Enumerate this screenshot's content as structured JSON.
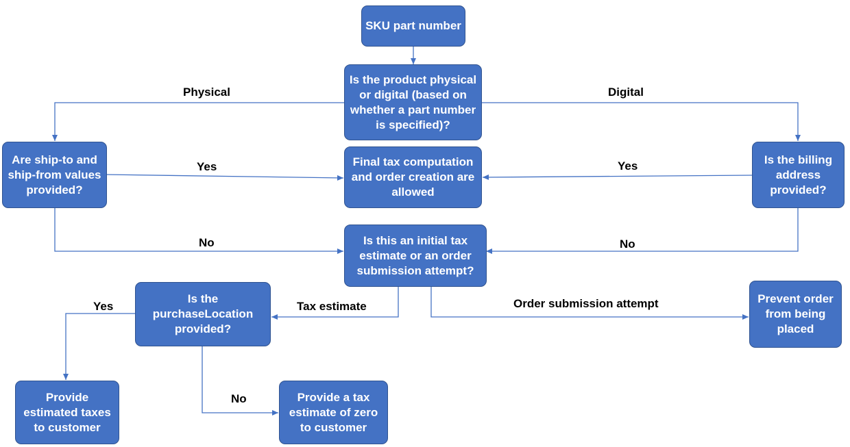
{
  "nodes": {
    "sku": "SKU part number",
    "physical_or_digital": "Is the product physical or digital (based on whether a part number is specified)?",
    "ship_values": "Are ship-to and ship-from values provided?",
    "final_tax": "Final tax computation and order creation are allowed",
    "billing_address": "Is the billing address provided?",
    "initial_or_submission": "Is this an initial tax estimate or an order submission attempt?",
    "purchase_location": "Is the purchaseLocation provided?",
    "prevent_order": "Prevent order from being placed",
    "provide_estimated": "Provide estimated taxes to customer",
    "provide_zero": "Provide a tax estimate of zero to customer"
  },
  "edges": {
    "physical": "Physical",
    "digital": "Digital",
    "ship_yes": "Yes",
    "billing_yes": "Yes",
    "ship_no": "No",
    "billing_no": "No",
    "tax_estimate": "Tax estimate",
    "order_submission_attempt": "Order submission attempt",
    "location_yes": "Yes",
    "location_no": "No"
  },
  "colors": {
    "node_fill": "#4472C4",
    "node_border": "#2F528F",
    "connector": "#4472C4"
  }
}
